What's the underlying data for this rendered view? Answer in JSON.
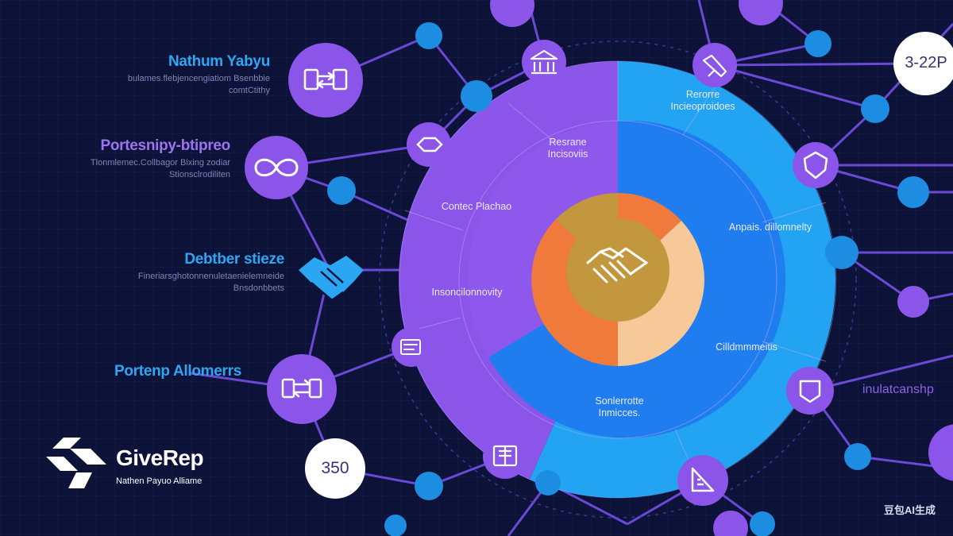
{
  "left_labels": [
    {
      "title": "Nathum Yabyu",
      "subtitle": [
        "bulames.flebjencengiatiom Bsenbbie",
        "comtCtithy"
      ],
      "color": "#2da7f2"
    },
    {
      "title": "Portesnipy-btipreo",
      "subtitle": [
        "Tlonmlemec.Collbagor Bixing zodiar",
        "Stionsclrodiliten"
      ],
      "color": "#9c73f2"
    },
    {
      "title": "Debtber stieze",
      "subtitle": [
        "Fineriarsghotonnenuletaenielemneide",
        "Bnsdonbbets"
      ],
      "color": "#2da7f2"
    },
    {
      "title": "Portenp Allomerrs",
      "subtitle": [],
      "color": "#2da7f2"
    }
  ],
  "ring_labels": {
    "outer_top_right": [
      "Rerorre",
      "Incieoproidoes"
    ],
    "outer_bottom": [
      "Sonlerrotte",
      "Inmicces."
    ],
    "mid_top": [
      "Resrane",
      "Incisoviis"
    ],
    "mid_left_top": [
      "Contec Plachao"
    ],
    "mid_left": [
      "Insoncilonnovity"
    ],
    "mid_right_top": [
      "Anpais. dillomnelty"
    ],
    "mid_right": [
      "Cilldmmmeitis"
    ]
  },
  "corner_numbers": {
    "top_right": "3-22P",
    "bottom_left": "350"
  },
  "right_label": "inulatcanshp",
  "logo": {
    "name": "GiveRep",
    "tagline": "Nathen Payuo Alliame"
  },
  "watermark": "豆包AI生成",
  "icons": {
    "center": "handshake-icon",
    "left_network": [
      "transfer-icon",
      "infinity-icon",
      "handshake-icon",
      "exchange-icon",
      "document-icon"
    ],
    "top_network": [
      "bank-icon",
      "handshake-icon",
      "shield-icon",
      "bank-icon"
    ]
  },
  "colors": {
    "background": "#0d1238",
    "purple": "#8b55ea",
    "blue": "#22a4f2",
    "orange": "#f07a3b",
    "gold": "#c2973e",
    "peach": "#f8c998",
    "line": "#6f4ce0"
  }
}
